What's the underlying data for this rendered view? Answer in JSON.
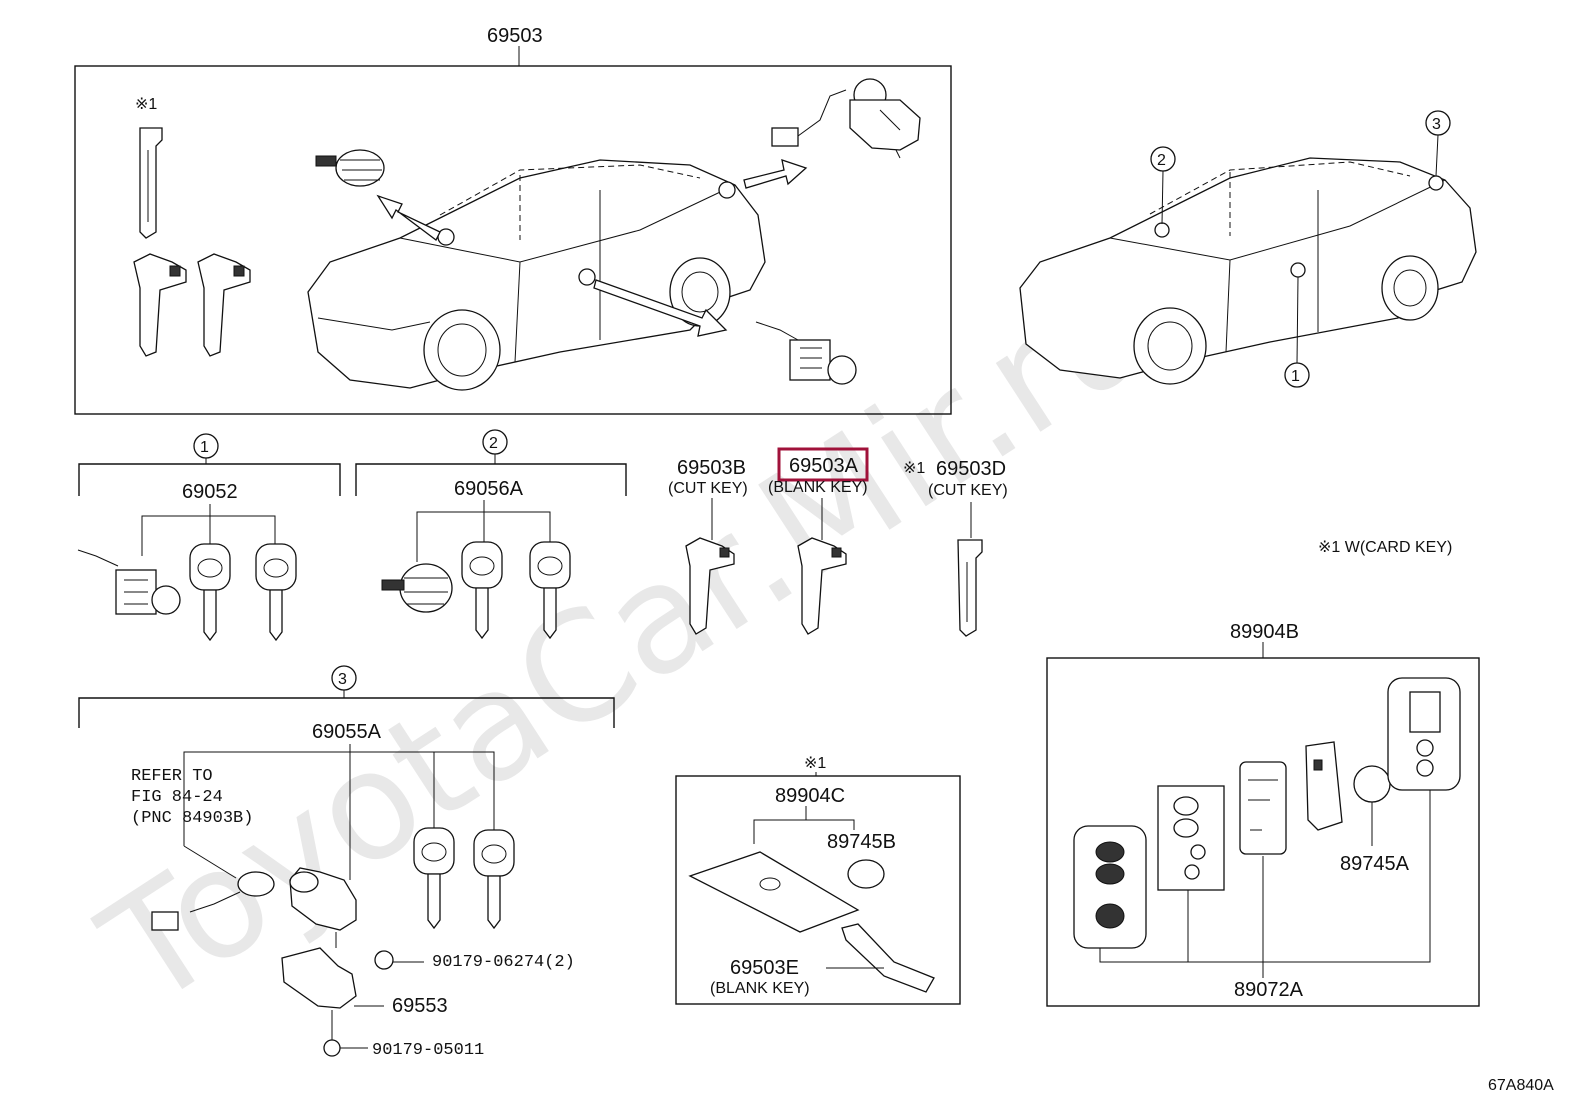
{
  "watermark": "ToyotaCar.Mir.ru",
  "diagram_code": "67A840A",
  "footnote": "※1 W(CARD KEY)",
  "callouts": {
    "c1": "1",
    "c2": "2",
    "c3": "3",
    "note1": "※1"
  },
  "parts": {
    "p69503": "69503",
    "p69052": "69052",
    "p69056A": "69056A",
    "p69055A": "69055A",
    "p69503B": "69503B",
    "p69503B_sub": "(CUT KEY)",
    "p69503A": "69503A",
    "p69503A_sub": "(BLANK KEY)",
    "p69503D": "69503D",
    "p69503D_sub": "(CUT KEY)",
    "p89904C": "89904C",
    "p89745B": "89745B",
    "p69503E": "69503E",
    "p69503E_sub": "(BLANK KEY)",
    "p89904B": "89904B",
    "p89745A": "89745A",
    "p89072A": "89072A",
    "p90179_06274": "90179-06274(2)",
    "p69553": "69553",
    "p90179_05011": "90179-05011"
  },
  "refer": {
    "line1": "REFER TO",
    "line2": "FIG 84-24",
    "line3": "(PNC 84903B)"
  },
  "highlighted_part": "69503A"
}
